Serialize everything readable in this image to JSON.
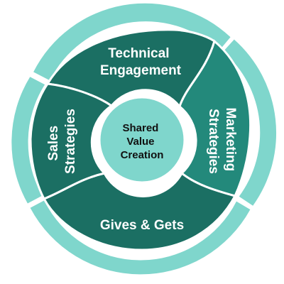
{
  "diagram": {
    "center": {
      "lines": [
        "Shared",
        "Value",
        "Creation"
      ]
    },
    "segments": [
      {
        "id": "technical-engagement",
        "lines": [
          "Technical",
          "Engagement"
        ]
      },
      {
        "id": "marketing-strategies",
        "lines": [
          "Marketing",
          "Strategies"
        ]
      },
      {
        "id": "gives-gets",
        "lines": [
          "Gives & Gets"
        ]
      },
      {
        "id": "sales-strategies",
        "lines": [
          "Sales",
          "Strategies"
        ]
      }
    ]
  },
  "colors": {
    "outer_ring": "#7fd6cc",
    "segment_dark": "#1b6f63",
    "segment_mid": "#23897b",
    "center_fill": "#7fd6cc",
    "segment_text": "#ffffff",
    "center_text": "#111111"
  }
}
